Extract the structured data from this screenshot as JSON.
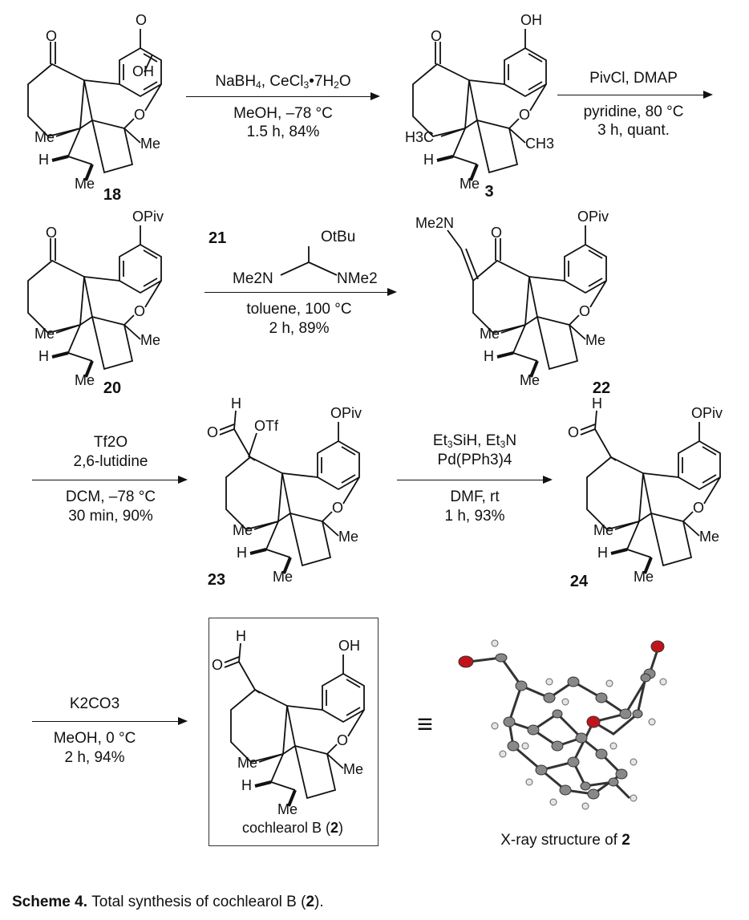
{
  "compounds": {
    "c18": {
      "number": "18",
      "ketone_o": "O",
      "dienone_o": "O",
      "oh": "OH",
      "me_left": "Me",
      "h": "H",
      "me_bottom": "Me",
      "bridge_o": "O",
      "me_right": "Me"
    },
    "c3": {
      "number": "3",
      "ketone_o": "O",
      "top": "OH",
      "me_left": "H3C",
      "h": "H",
      "me_bottom": "Me",
      "bridge_o": "O",
      "me_right": "CH3"
    },
    "c20": {
      "number": "20",
      "ketone_o": "O",
      "top": "OPiv",
      "me_left": "Me",
      "h": "H",
      "me_bottom": "Me",
      "bridge_o": "O",
      "me_right": "Me"
    },
    "c22": {
      "number": "22",
      "ketone_o": "O",
      "top": "OPiv",
      "enamine": "Me2N",
      "me_left": "Me",
      "h": "H",
      "me_bottom": "Me",
      "bridge_o": "O",
      "me_right": "Me"
    },
    "c23": {
      "number": "23",
      "aldehyde_h": "H",
      "aldehyde_o": "O",
      "otf": "OTf",
      "top": "OPiv",
      "me_left": "Me",
      "h": "H",
      "me_bottom": "Me",
      "bridge_o": "O",
      "me_right": "Me"
    },
    "c24": {
      "number": "24",
      "aldehyde_h": "H",
      "aldehyde_o": "O",
      "top": "OPiv",
      "me_left": "Me",
      "h": "H",
      "me_bottom": "Me",
      "bridge_o": "O",
      "me_right": "Me"
    },
    "c2": {
      "name": "cochlearol B (2)",
      "aldehyde_h": "H",
      "aldehyde_o": "O",
      "top": "OH",
      "me_left": "Me",
      "h": "H",
      "me_bottom": "Me",
      "bridge_o": "O",
      "me_right": "Me"
    }
  },
  "steps": [
    {
      "above": [
        "NaBH4, CeCl3•7H2O"
      ],
      "below": [
        "MeOH, –78 °C",
        "1.5 h, 84%"
      ]
    },
    {
      "above": [
        "PivCl, DMAP"
      ],
      "below": [
        "pyridine, 80 °C",
        "3 h, quant."
      ]
    },
    {
      "reagent_number": "21",
      "reagent_otbu": "OtBu",
      "reagent_nme2_left": "Me2N",
      "reagent_nme2_right": "NMe2",
      "below": [
        "toluene, 100 °C",
        "2 h, 89%"
      ]
    },
    {
      "above": [
        "Tf2O",
        "2,6-lutidine"
      ],
      "below": [
        "DCM, –78 °C",
        "30 min, 90%"
      ]
    },
    {
      "above": [
        "Et3SiH, Et3N",
        "Pd(PPh3)4"
      ],
      "below": [
        "DMF, rt",
        "1 h, 93%"
      ]
    },
    {
      "above": [
        "K2CO3"
      ],
      "below": [
        "MeOH, 0 °C",
        "2 h, 94%"
      ]
    }
  ],
  "equivalence": "≡",
  "xray_caption": "X-ray structure of 2",
  "caption": {
    "label": "Scheme 4.",
    "text": " Total synthesis of cochlearol B (2)."
  },
  "colors": {
    "oxygen": "#c0141a",
    "carbon": "#7a7a7a",
    "hydrogen": "#dddddd"
  }
}
